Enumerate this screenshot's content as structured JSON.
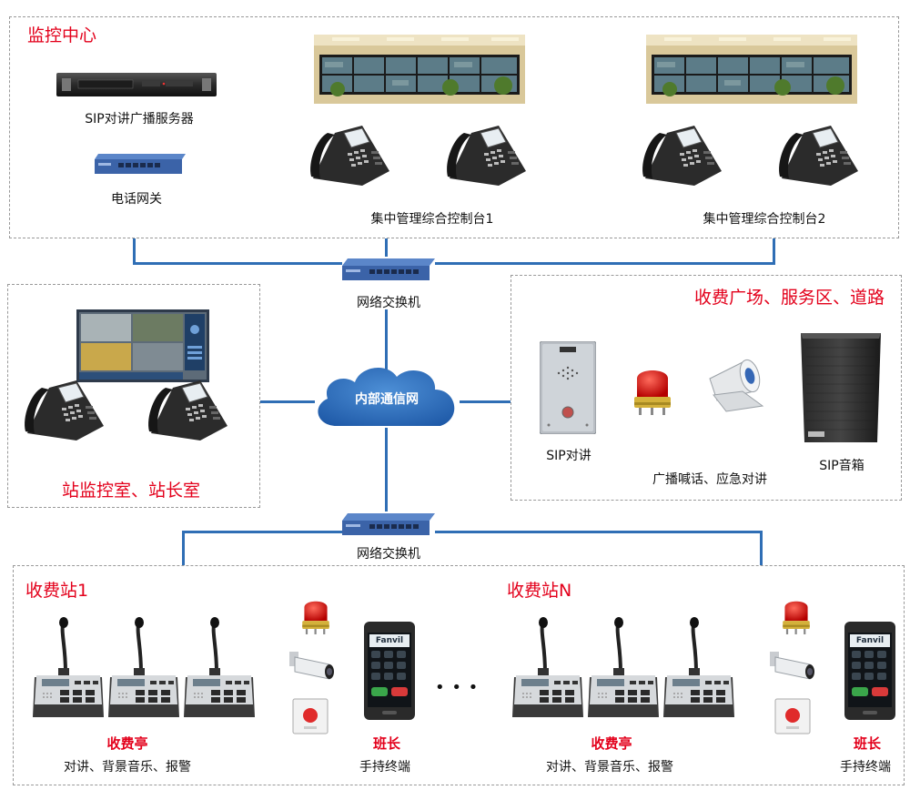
{
  "zones": {
    "control_center": {
      "title": "监控中心"
    },
    "station_room": {
      "title": "站监控室、站长室"
    },
    "toll_plaza": {
      "title": "收费广场、服务区、道路"
    },
    "station1": {
      "title": "收费站1"
    },
    "stationN": {
      "title": "收费站N"
    }
  },
  "labels": {
    "sip_server": "SIP对讲广播服务器",
    "phone_gateway": "电话网关",
    "console1": "集中管理综合控制台1",
    "console2": "集中管理综合控制台2",
    "switch_top": "网络交换机",
    "switch_bottom": "网络交换机",
    "cloud": "内部通信网",
    "sip_intercom": "SIP对讲",
    "broadcast": "广播喊话、应急对讲",
    "sip_speaker": "SIP音箱",
    "booth1": "收费亭",
    "booth1_desc": "对讲、背景音乐、报警",
    "leader1": "班长",
    "handheld1": "手持终端",
    "booth2": "收费亭",
    "booth2_desc": "对讲、背景音乐、报警",
    "leader2": "班长",
    "handheld2": "手持终端",
    "ellipsis": "• • •"
  },
  "icons": {
    "handset_brand": "Fanvil",
    "intercom_brand": "Fanvil"
  },
  "colors": {
    "title_red": "#e3001b",
    "wire_blue": "#2f6eb5",
    "switch_blue": "#3b63a8",
    "cloud_blue": "#2f6eb5"
  }
}
